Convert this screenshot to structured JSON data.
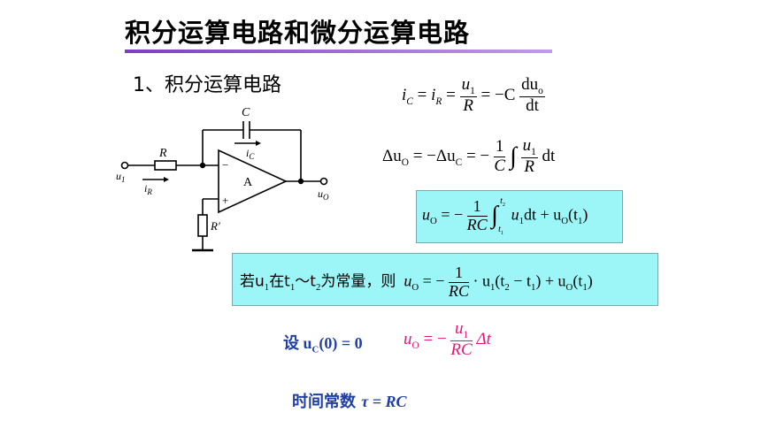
{
  "slide": {
    "title": "积分运算电路和微分运算电路",
    "section": "1、积分运算电路"
  },
  "circuit": {
    "label_C": "C",
    "label_iC": "i",
    "label_iC_sub": "C",
    "label_R": "R",
    "label_iR": "i",
    "label_iR_sub": "R",
    "label_u1": "u",
    "label_u1_sub": "1",
    "label_A": "A",
    "label_minus": "−",
    "label_plus": "+",
    "label_Rp": "R′",
    "label_uO": "u",
    "label_uO_sub": "O"
  },
  "equations": {
    "eq1_lhs": "i",
    "eq1_lhs_sub": "C",
    "eq1_eq1": " = ",
    "eq1_iR": "i",
    "eq1_iR_sub": "R",
    "eq1_eq2": " = ",
    "eq1_num": "u",
    "eq1_num_sub": "1",
    "eq1_den": "R",
    "eq1_eq3": " = −C",
    "eq1_dnum": "du",
    "eq1_dnum_sub": "o",
    "eq1_dden": "dt",
    "eq2_lhs": "Δu",
    "eq2_lhs_sub": "O",
    "eq2_mid": " = −Δu",
    "eq2_mid_sub": "C",
    "eq2_eq": " = −",
    "eq2_f1num": "1",
    "eq2_f1den": "C",
    "eq2_int": "∫",
    "eq2_f2num": "u",
    "eq2_f2num_sub": "1",
    "eq2_f2den": "R",
    "eq2_dt": "dt",
    "eq3_lhs": "u",
    "eq3_lhs_sub": "O",
    "eq3_eq": " = −",
    "eq3_num": "1",
    "eq3_den": "RC",
    "eq3_int": "∫",
    "eq3_upper": "t",
    "eq3_upper_sub": "2",
    "eq3_lower": "t",
    "eq3_lower_sub": "1",
    "eq3_body": "u",
    "eq3_body_sub": "1",
    "eq3_tail": "dt + u",
    "eq3_tail_sub": "O",
    "eq3_tail2": "(t",
    "eq3_tail2_sub": "1",
    "eq3_close": ")",
    "eq4_prefix": "若u",
    "eq4_prefix_sub": "1",
    "eq4_mid": "在t",
    "eq4_mid_sub": "1",
    "eq4_tilde": "～t",
    "eq4_tilde_sub": "2",
    "eq4_text": "为常量，则",
    "eq4_lhs": "u",
    "eq4_lhs_sub": "O",
    "eq4_eq": " = −",
    "eq4_num": "1",
    "eq4_den": "RC",
    "eq4_body": "· u",
    "eq4_body_sub": "1",
    "eq4_paren": "(t",
    "eq4_paren_sub2": "2",
    "eq4_minus": " − t",
    "eq4_minus_sub": "1",
    "eq4_tail": ") + u",
    "eq4_tail_sub": "O",
    "eq4_tail2": "(t",
    "eq4_tail2_sub": "1",
    "eq4_close": ")",
    "eq5_label": "设 u",
    "eq5_label_sub": "C",
    "eq5_label_tail": "(0) = 0",
    "eq5_lhs": "u",
    "eq5_lhs_sub": "O",
    "eq5_eq": " = −",
    "eq5_num": "u",
    "eq5_num_sub": "1",
    "eq5_den": "RC",
    "eq5_tail": "Δt",
    "eq6_label": "时间常数 ",
    "eq6_expr": "τ = RC"
  },
  "colors": {
    "title_bar": "#7b3fc4",
    "box_fill": "#9cf5f7",
    "blue_text": "#1f3fa6",
    "pink_text": "#e6157a"
  }
}
